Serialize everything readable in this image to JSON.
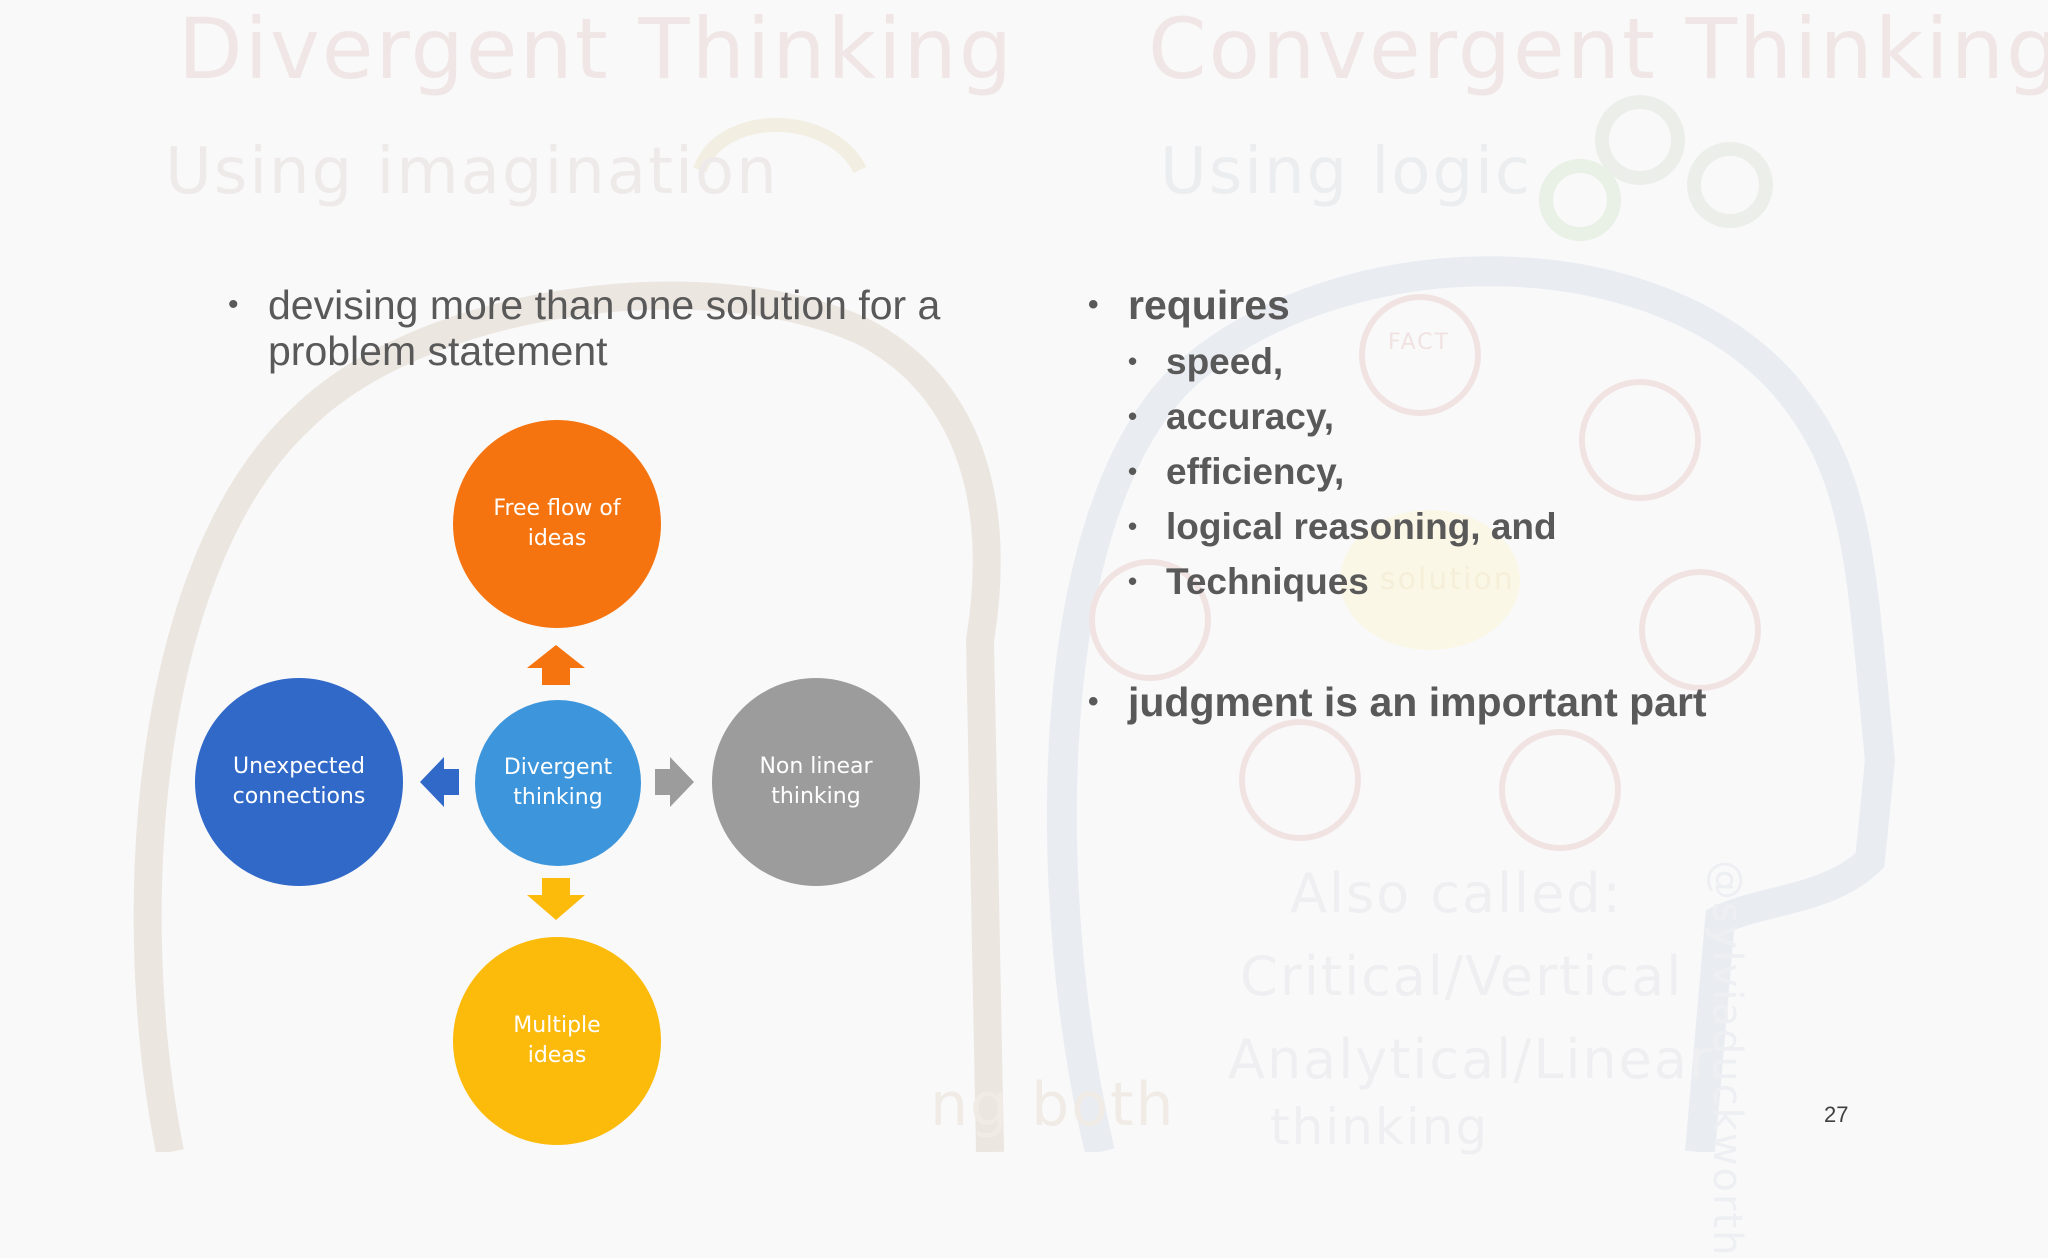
{
  "background": {
    "left_title": "Divergent Thinking",
    "left_subtitle": "Using imagination",
    "right_title": "Convergent Thinking",
    "right_subtitle": "Using logic",
    "also_called_1": "Also called:",
    "also_called_2": "Critical/Vertical",
    "also_called_3": "Analytical/Linear",
    "also_called_4": "thinking",
    "bottom_text": "ng both",
    "fact": "FACT",
    "solution": "solution",
    "side_credit": "@sylviaduckworth"
  },
  "left_bullets": [
    "devising more than one solution for a problem statement"
  ],
  "right_bullets": {
    "requires": "requires",
    "items": [
      "speed,",
      "accuracy,",
      "efficiency,",
      "logical reasoning, and",
      "Techniques"
    ],
    "judgment": "judgment is an important part"
  },
  "diagram": {
    "center": "Divergent thinking",
    "top": "Free flow of ideas",
    "left": "Unexpected connections",
    "right": "Non linear thinking",
    "bottom": "Multiple ideas"
  },
  "colors": {
    "orange": "#f5740f",
    "blue_center": "#3d96dc",
    "blue_dark": "#3169c9",
    "gray": "#9c9c9c",
    "yellow": "#fcbb0b"
  },
  "page_number": "27"
}
